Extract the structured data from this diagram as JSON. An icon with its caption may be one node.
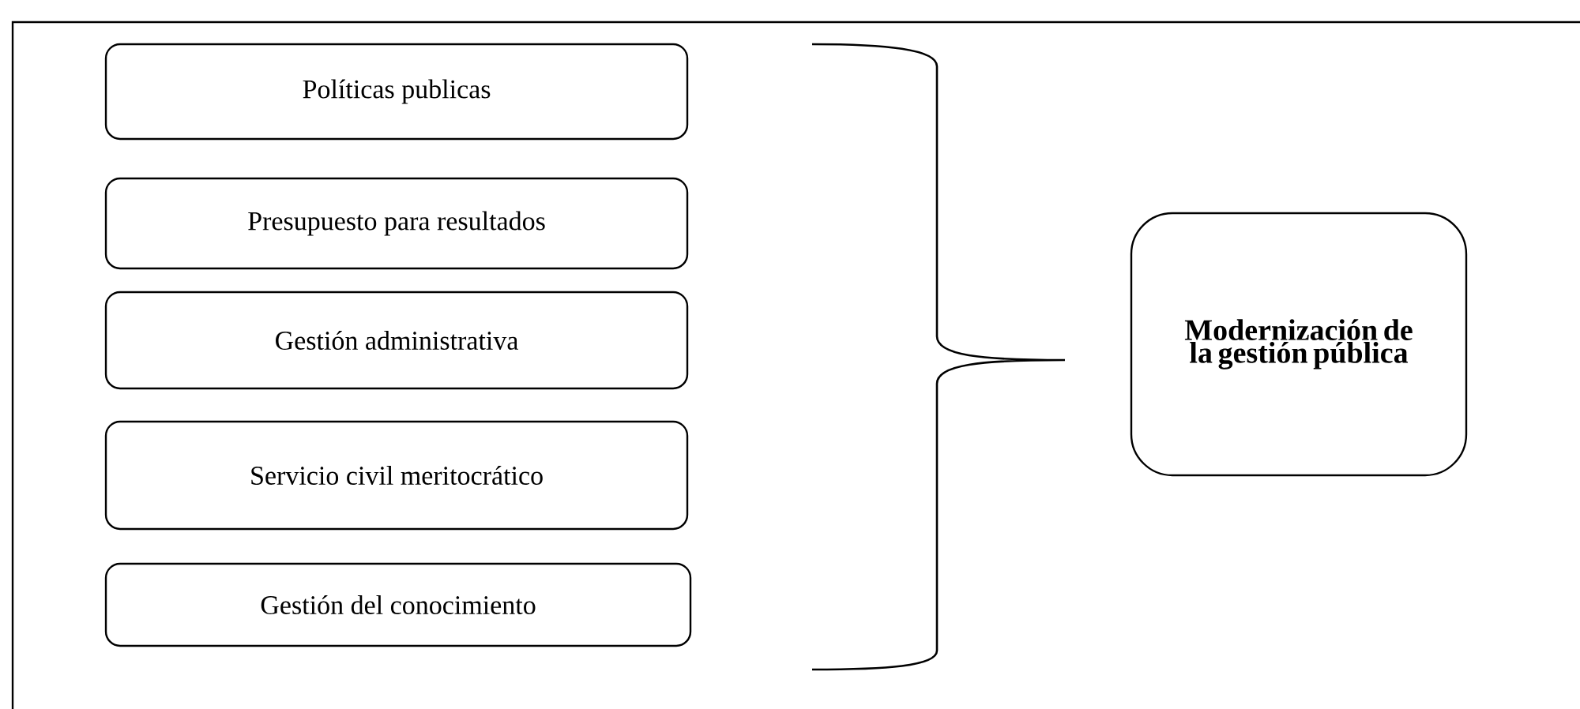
{
  "diagram": {
    "nodes": [
      {
        "text": [
          "Políticas publicas"
        ]
      },
      {
        "text": [
          "Presupuesto para resultados"
        ]
      },
      {
        "text": [
          "Gestión administrativa"
        ]
      },
      {
        "text": [
          "Servicio civil meritocrático"
        ]
      },
      {
        "text": [
          "Gestión del conocimiento"
        ]
      },
      {
        "text": [
          "Modernización de la gestión pública"
        ]
      }
    ]
  }
}
